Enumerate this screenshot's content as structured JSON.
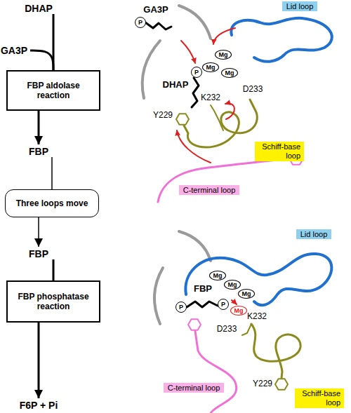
{
  "diagram": {
    "nodes": [
      {
        "text": [
          "DHAP"
        ]
      },
      {
        "text": [
          "GA3P"
        ]
      },
      {
        "text": [
          "FBP aldolase reaction"
        ]
      },
      {
        "text": [
          "FBP"
        ]
      },
      {
        "text": [
          "Three loops move"
        ]
      },
      {
        "text": [
          "FBP"
        ]
      },
      {
        "text": [
          "FBP phosphatase reaction"
        ]
      },
      {
        "text": [
          "F6P + Pi"
        ]
      },
      {
        "text": [
          "Lid loop"
        ]
      },
      {
        "text": [
          "P"
        ]
      },
      {
        "text": [
          "Mg"
        ]
      },
      {
        "text": [
          "Mg"
        ]
      },
      {
        "text": [
          "Mg"
        ]
      },
      {
        "text": [
          "P"
        ]
      },
      {
        "text": [
          "Schiff-base loop"
        ]
      },
      {
        "text": [
          "C-terminal loop"
        ]
      },
      {
        "text": [
          "Lid loop"
        ]
      },
      {
        "text": [
          "Mg"
        ]
      },
      {
        "text": [
          "Mg"
        ]
      },
      {
        "text": [
          "Mg"
        ]
      },
      {
        "text": [
          "P"
        ]
      },
      {
        "text": [
          "P"
        ]
      },
      {
        "text": [
          "Mg"
        ]
      },
      {
        "text": [
          "C-terminal loop"
        ]
      },
      {
        "text": [
          "Schiff-base loop"
        ]
      }
    ],
    "edges": [
      {
        "from": 0,
        "to": 2,
        "arrow": "none"
      },
      {
        "from": 1,
        "to": 2,
        "arrow": "none"
      },
      {
        "from": 2,
        "to": 3,
        "arrow": "to"
      },
      {
        "from": 3,
        "to": 4,
        "arrow": "none"
      },
      {
        "from": 4,
        "to": 5,
        "arrow": "to"
      },
      {
        "from": 5,
        "to": 6,
        "arrow": "none"
      },
      {
        "from": 6,
        "to": 7,
        "arrow": "to"
      }
    ],
    "labels": [
      "GA3P",
      "DHAP",
      "K232",
      "D233",
      "Y229",
      "FBP",
      "D233",
      "K232",
      "Y229"
    ]
  }
}
